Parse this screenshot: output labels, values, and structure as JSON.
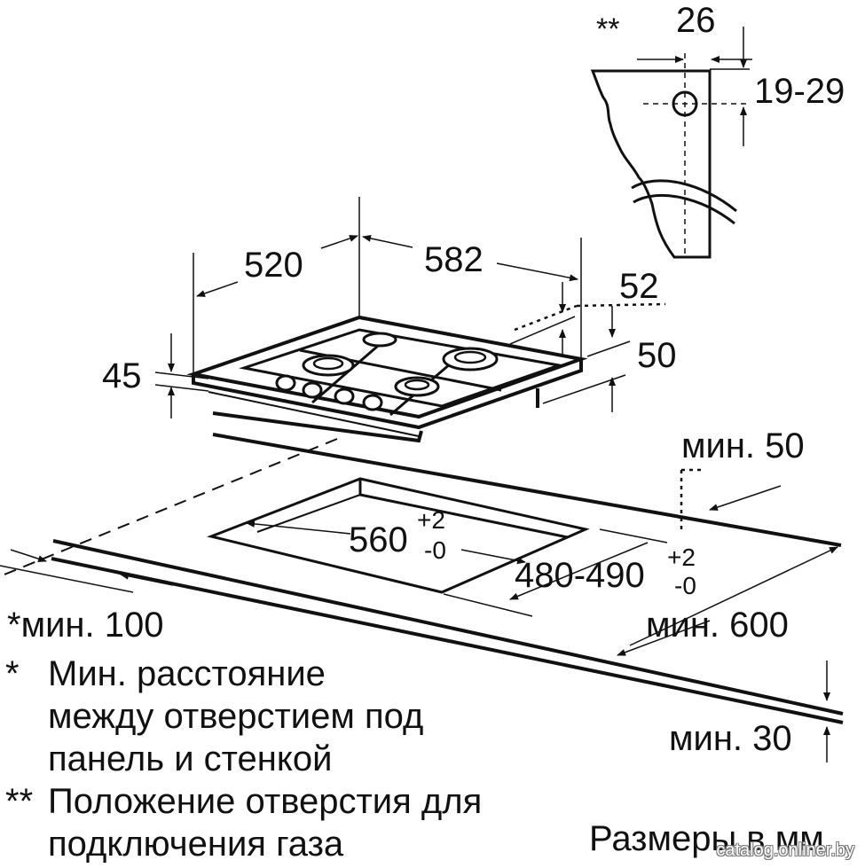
{
  "dimensions": {
    "gas_mark": "**",
    "gas_offset": "26",
    "gas_height": "19-29",
    "depth": "520",
    "width": "582",
    "rear_offset": "52",
    "rear_gap": "50",
    "height": "45",
    "rear_clearance": "мин. 50",
    "cutout_width": "560",
    "cutout_width_tol_plus": "+2",
    "cutout_width_tol_minus": "-0",
    "cutout_depth": "480-490",
    "cutout_depth_tol_plus": "+2",
    "cutout_depth_tol_minus": "-0",
    "side_clearance": "*мин. 100",
    "worktop_depth": "мин. 600",
    "worktop_thickness": "мин. 30"
  },
  "notes": [
    {
      "mark": "*",
      "lines": [
        "Мин. расстояние",
        "между отверстием под",
        "панель и стенкой"
      ]
    },
    {
      "mark": "**",
      "lines": [
        "Положение отверстия для",
        "подключения газа"
      ]
    }
  ],
  "units": "Размеры в мм",
  "credit": "catalog.onliner.by"
}
